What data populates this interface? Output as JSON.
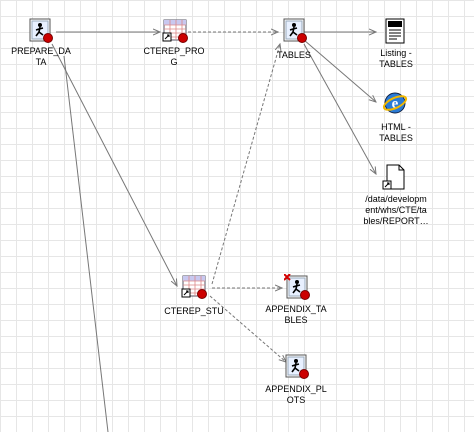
{
  "nodes": {
    "prepare_data": {
      "label": "PREPARE_DA\nTA",
      "icon": "sas-program-icon"
    },
    "cterep_prog": {
      "label": "CTEREP_PRO\nG",
      "icon": "data-table-icon"
    },
    "tables": {
      "label": "TABLES",
      "icon": "sas-program-icon"
    },
    "listing": {
      "label": "Listing -\nTABLES",
      "icon": "listing-output-icon"
    },
    "html": {
      "label": "HTML -\nTABLES",
      "icon": "html-output-icon"
    },
    "report": {
      "label": "/data/developm\nent/whs/CTE/ta\nbles/REPORT…",
      "icon": "file-shortcut-icon"
    },
    "cterep_stu": {
      "label": "CTEREP_STU",
      "icon": "data-table-icon"
    },
    "appendix_tables": {
      "label": "APPENDIX_TA\nBLES",
      "icon": "sas-program-error-icon"
    },
    "appendix_plots": {
      "label": "APPENDIX_PL\nOTS",
      "icon": "sas-program-icon"
    }
  },
  "colors": {
    "link": "#777777",
    "grid": "#e6e6e6",
    "run_badge": "#cc0000",
    "error_mark": "#d40000"
  }
}
